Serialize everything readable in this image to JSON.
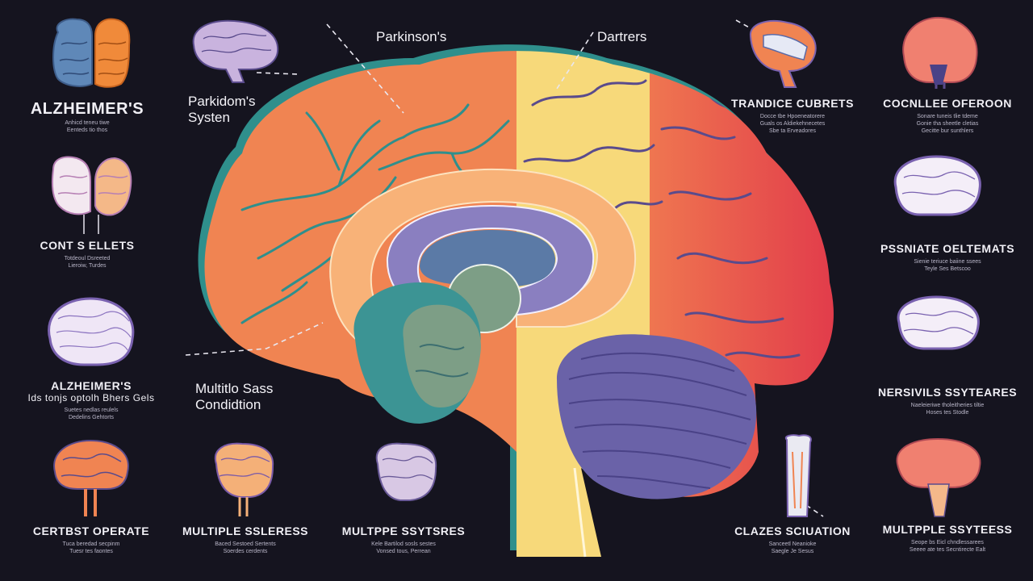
{
  "callouts": {
    "parkinsons": "Parkinson's",
    "dartrers": "Dartrers",
    "parkinsons_system_l1": "Parkidom's",
    "parkinsons_system_l2": "Systen",
    "multiple_l1": "Multitlo Sass",
    "multiple_l2": "Condidtion"
  },
  "left_panels": [
    {
      "title": "ALZHEIMER'S",
      "sub": [
        "Anhicd teneu tiwe",
        "Eenteds tio thos"
      ]
    },
    {
      "title": "CONT S ELLETS",
      "sub": [
        "Totdeoul Dsreeted",
        "Lieroiw, Turdes"
      ]
    },
    {
      "title": "ALZHEIMER'S",
      "title2": "Ids tonjs optolh Bhers Gels",
      "sub": [
        "Suetes nedlas reulels",
        "Dedelins Gehtorts"
      ]
    },
    {
      "title": "CERTBST OPERATE",
      "sub": [
        "Tuca beredad secpinm",
        "Tuesr tes faontes"
      ]
    }
  ],
  "bottom_panels": [
    {
      "title": "MULTIPLE SSLERESS",
      "sub": [
        "Baced Sestoed Sertents",
        "Soerdes cerdents"
      ]
    },
    {
      "title": "MULTPPE SSYTSRES",
      "sub": [
        "Kele Bartilod sosls sestes",
        "Vonsed tous, Perrean"
      ]
    },
    {
      "title": "CLAZES SCIUATION",
      "sub": [
        "Sanceetl Neanioke",
        "Saegle Je Sesus"
      ]
    }
  ],
  "right_panels": [
    {
      "title": "TRANDICE CUBRETS",
      "sub": [
        "Docce tbe Hpoeneatorere",
        "Guals os Aldiekehnecetes",
        "Sbe ta Erveadores"
      ]
    },
    {
      "title": "COCNLLEE OFEROON",
      "sub": [
        "Sonare tuneis tlie tdeme",
        "Gonie tha sheetle cletias",
        "Gecitte bur sunthlers"
      ]
    },
    {
      "title": "PSSNIATE OELTEMATS",
      "sub": [
        "Sienie teriuce baiine ssees",
        "Teyle Ses Betscoo"
      ]
    },
    {
      "title": "NERSIVILS SSYTEARES",
      "sub": [
        "Naeleieriwe tholeitheries tiltie",
        "Hoses tes Stodle"
      ]
    },
    {
      "title": "MULTPPLE SSYTEESS",
      "sub": [
        "Seope bs Eicl chndlessarees",
        "Seeee ate tes Secntirecte Ealt"
      ]
    }
  ],
  "colors": {
    "background": "#15141f",
    "orange": "#f08452",
    "orange_light": "#f6a06a",
    "yellow": "#f7d97a",
    "red_start": "#ef7650",
    "red_end": "#e0344a",
    "purple": "#8a7fc0",
    "purple_dark": "#6a62a8",
    "teal": "#3c9494",
    "teal_dark": "#2e7f86",
    "sage": "#7d9e86",
    "peach_ring": "#f8b278",
    "vessel": "#2f8f8c"
  }
}
